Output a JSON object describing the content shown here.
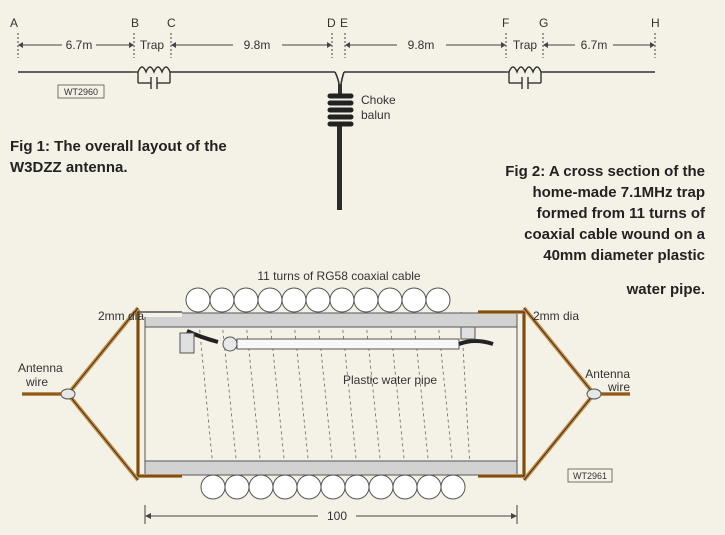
{
  "fig1": {
    "points": [
      "A",
      "B",
      "C",
      "D",
      "E",
      "F",
      "G",
      "H"
    ],
    "segments": [
      "6.7m",
      "Trap",
      "9.8m",
      "9.8m",
      "Trap",
      "6.7m"
    ],
    "choke_label_1": "Choke",
    "choke_label_2": "balun",
    "ref_tag": "WT2960",
    "caption_line1": "Fig 1: The overall layout of the",
    "caption_line2": "W3DZZ antenna."
  },
  "fig2": {
    "caption_lines": [
      "Fig 2: A cross section of the",
      "home-made 7.1MHz trap",
      "formed from 11 turns of",
      "coaxial cable wound on a",
      "40mm diameter plastic",
      "water pipe."
    ],
    "turns_label": "11 turns of RG58 coaxial cable",
    "wire_dia_left": "2mm dia",
    "wire_dia_right": "2mm dia",
    "antenna_wire_left_1": "Antenna",
    "antenna_wire_left_2": "wire",
    "antenna_wire_right_1": "Antenna",
    "antenna_wire_right_2": "wire",
    "pipe_label": "Plastic water pipe",
    "dimension": "100",
    "ref_tag": "WT2961",
    "turns_count": 11
  },
  "colors": {
    "background": "#f4f1e6",
    "line": "#333333",
    "wire": "#c98a3c",
    "pipe": "#c9c9c9"
  }
}
